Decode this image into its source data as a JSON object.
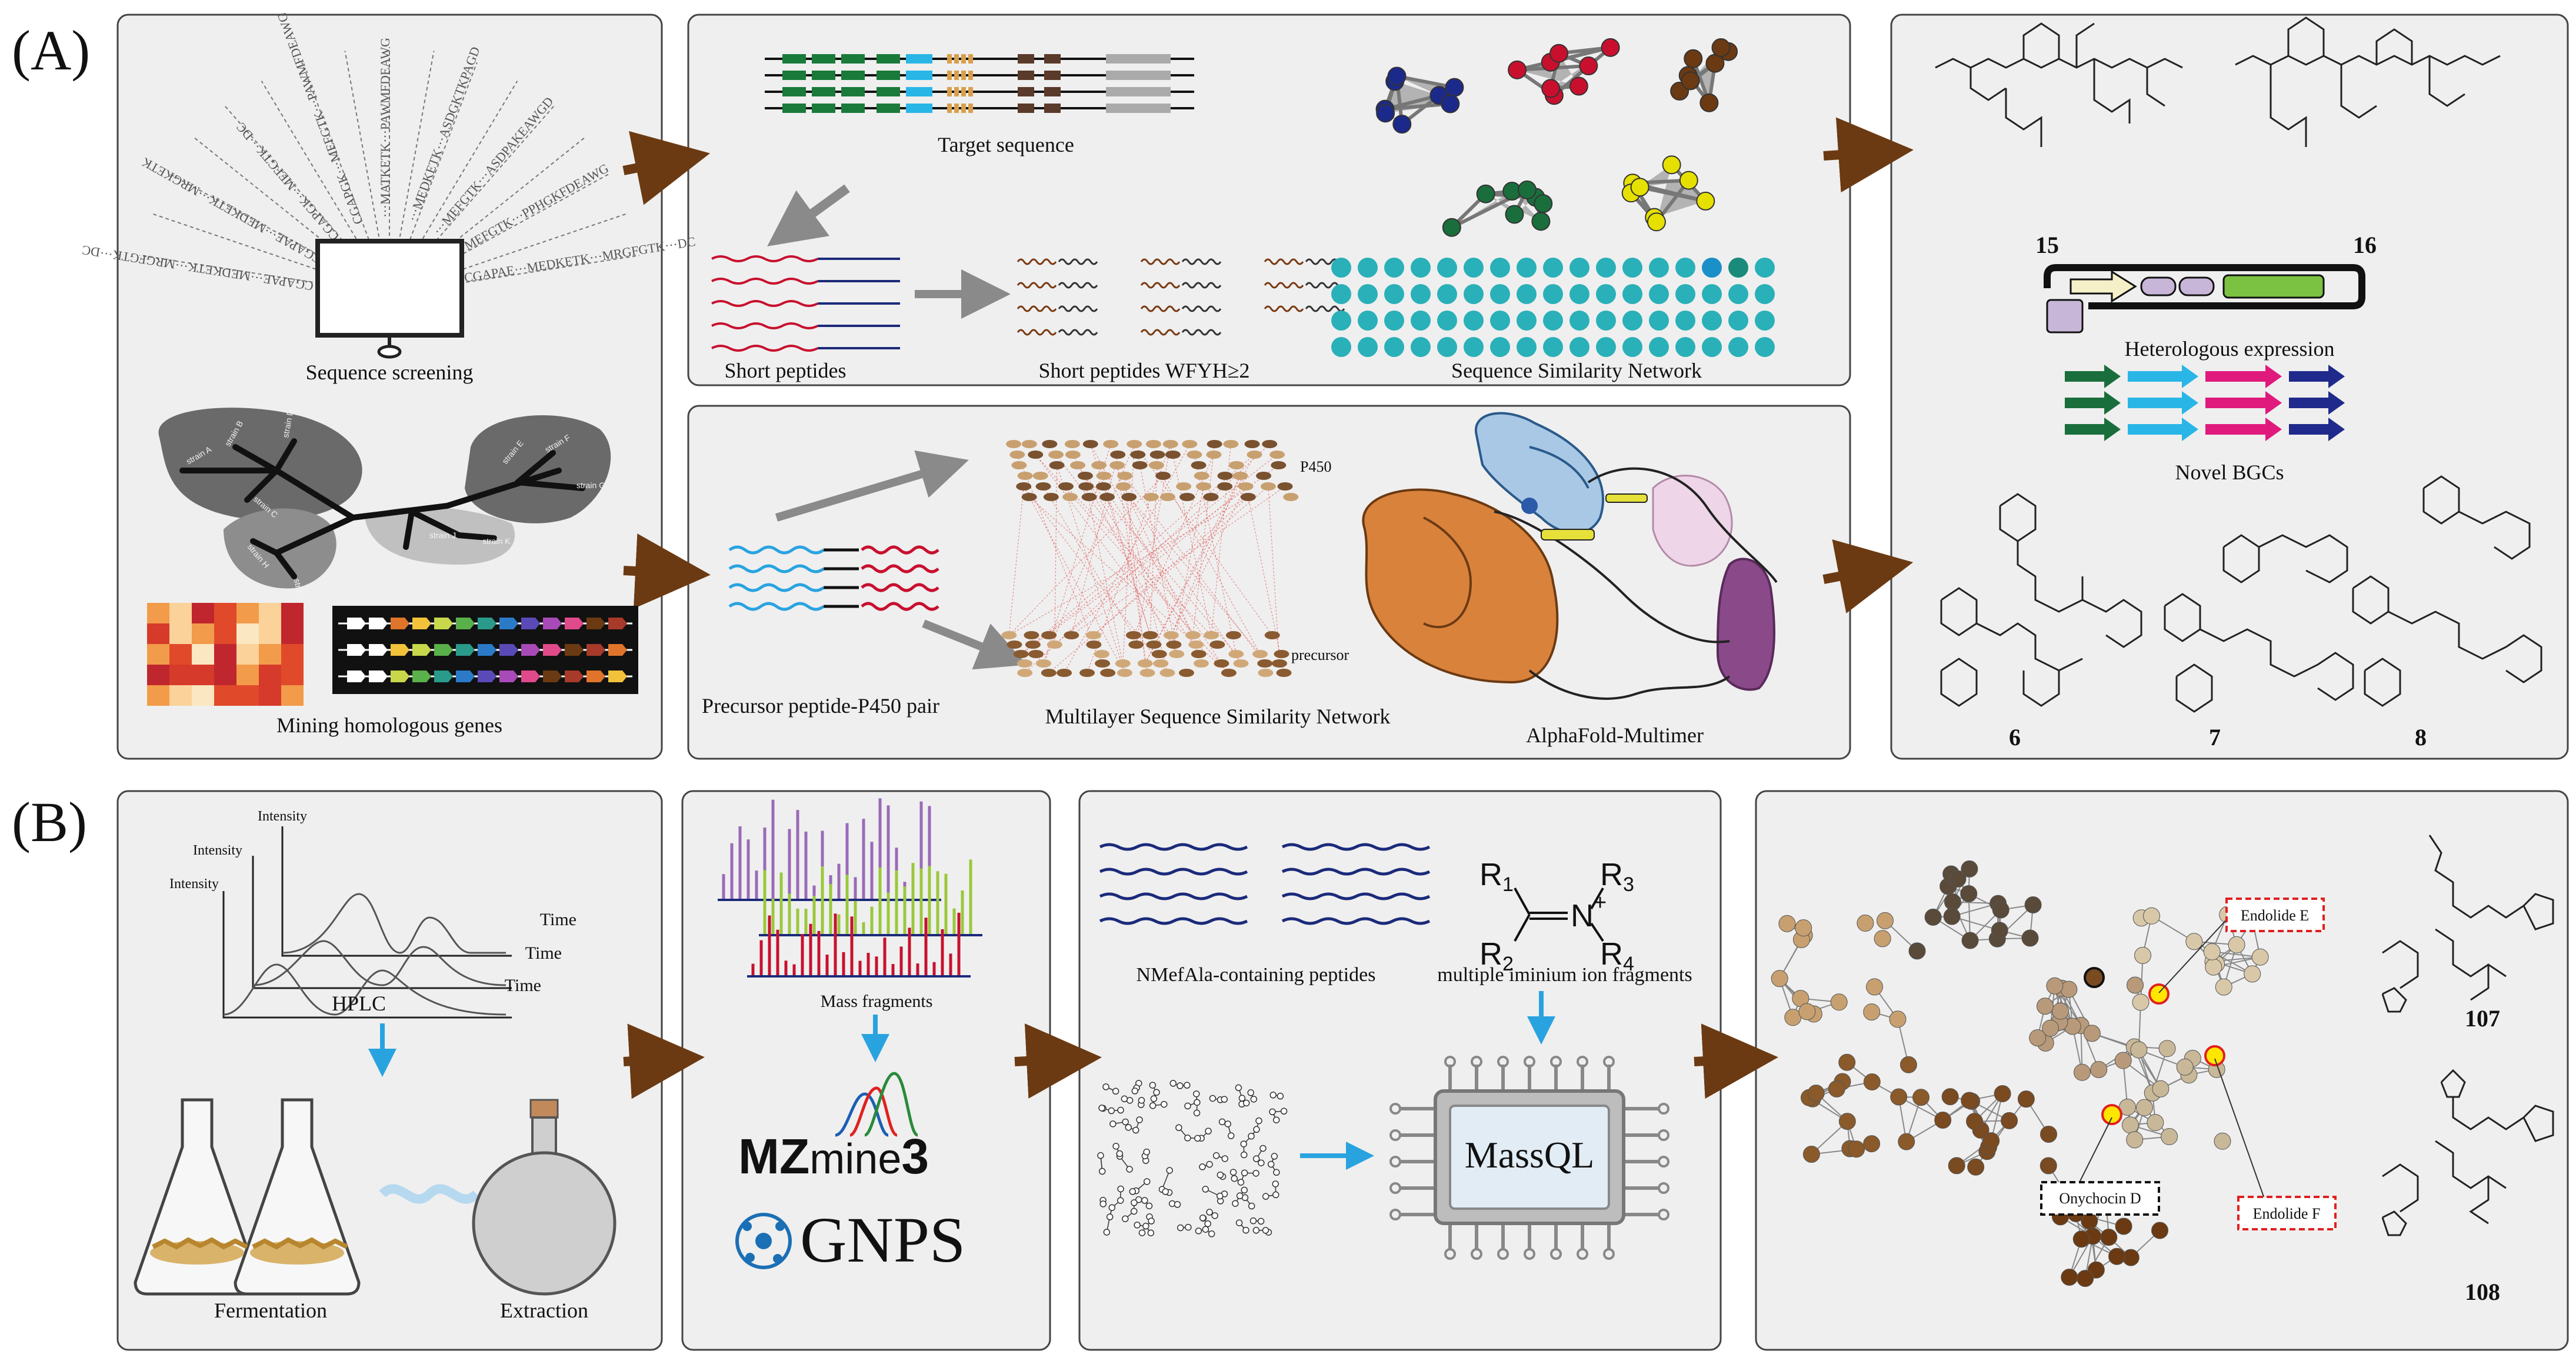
{
  "panels": {
    "A": "(A)",
    "B": "(B)"
  },
  "a": {
    "sequence_screening": "Sequence screening",
    "mining_homologous_genes": "Mining homologous genes",
    "target_sequence": "Target sequence",
    "short_peptides": "Short peptides",
    "short_peptides_wfyh": "Short peptides WFYH≥2",
    "ssn": "Sequence Similarity Network",
    "precursor_pair": "Precursor peptide-P450 pair",
    "multilayer_ssn": "Multilayer Sequence Similarity Network",
    "p450": "P450",
    "precursor": "precursor",
    "alphafold": "AlphaFold-Multimer",
    "heterologous_expression": "Heterologous expression",
    "novel_bgcs": "Novel BGCs",
    "compounds_top": [
      "15",
      "16"
    ],
    "compounds_bottom": [
      "6",
      "7",
      "8"
    ],
    "fan_sequences": [
      "CGAPAE···MEDKETK···MRGFGTK···DC",
      "CGAPAE···MEDKETK···MRGKETK",
      "CGAPGK···MEFGTK···DC",
      "CGAPGK···MEFGTK···PAWMFDEAWG",
      "···MATKETK···PAWMFDEAWG",
      "···MEDKETK···ASDGKTKPAGD",
      "···MEFGTK···ASDPAKEAWGD",
      "···MEFGTK···PPHGKFDEAWG"
    ],
    "tree_strains": [
      "strain A",
      "strain B",
      "strain C",
      "strain D",
      "strain E",
      "strain F",
      "strain G",
      "strain H",
      "strain I",
      "strain J",
      "strain K"
    ]
  },
  "b": {
    "intensity": "Intensity",
    "time": "Time",
    "hplc": "HPLC",
    "fermentation": "Fermentation",
    "extraction": "Extraction",
    "mass_fragments": "Mass fragments",
    "mzmine_bold": "MZ",
    "mzmine_rest": "mine",
    "mzmine_num": "3",
    "gnps": "GNPS",
    "nmefala": "NMefAla-containing peptides",
    "iminium": "multiple iminium ion fragments",
    "r_groups": [
      "R",
      "R",
      "R",
      "R"
    ],
    "r_subs": [
      "1",
      "2",
      "3",
      "4"
    ],
    "n_plus": "N",
    "plus": "+",
    "massql": "MassQL",
    "endolide_e": "Endolide E",
    "endolide_f": "Endolide F",
    "onychocin_d": "Onychocin D",
    "compounds": [
      "107",
      "108"
    ]
  },
  "colors": {
    "panel_bg": "#efefef",
    "arrow_brown": "#6b3a12",
    "blue_arrow": "#29a3e0",
    "grey_arrow": "#8a8a8a",
    "red_seq": "#c8102e",
    "navy_seq": "#1b2a7a",
    "cyan_seq": "#29a3e0",
    "teal_dot": "#2ab0b8",
    "green_gene": "#1a6e3c",
    "cyan_gene": "#29b6e6",
    "magenta_gene": "#e0197d",
    "navy_gene": "#1f2a8c",
    "brown_node": "#7a5230",
    "tan_node": "#c8ad8c",
    "highlight_yellow": "#ffe600",
    "endolide_red": "#e02020"
  }
}
